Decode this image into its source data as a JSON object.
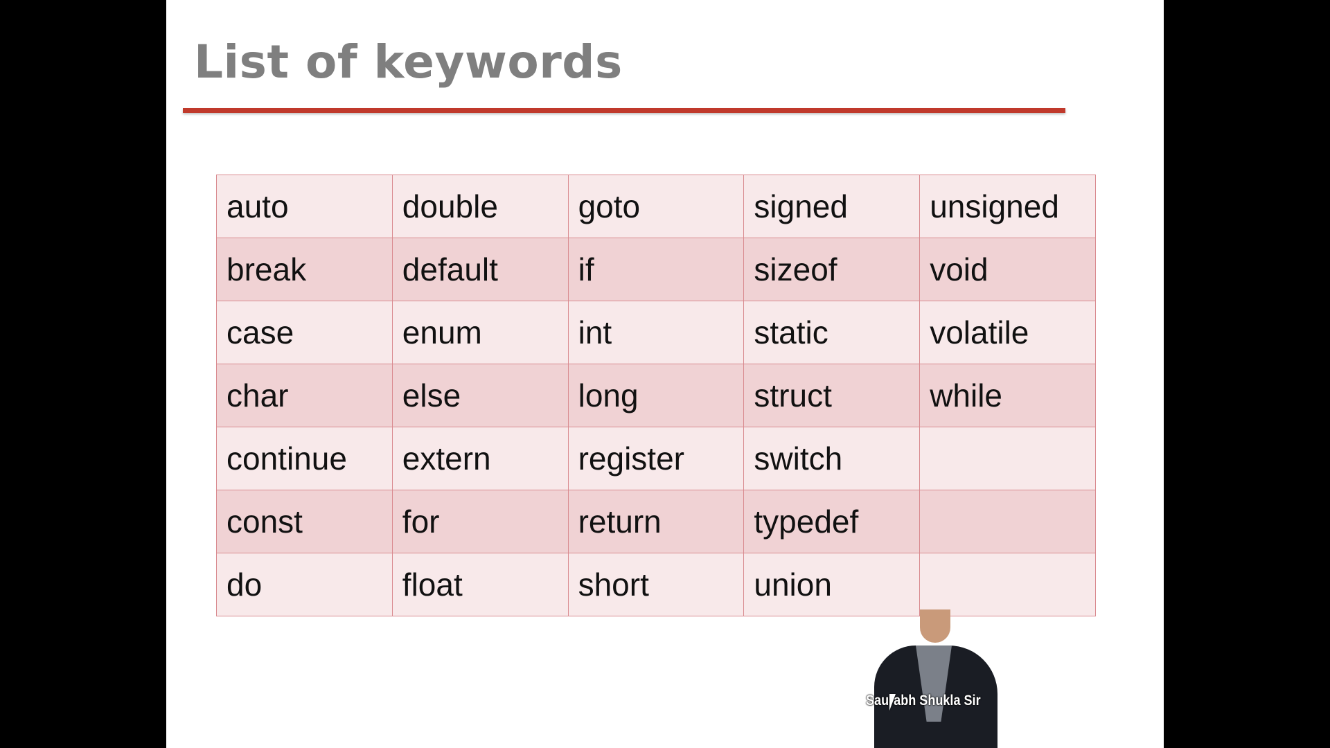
{
  "slide": {
    "title": "List of keywords"
  },
  "keywords_table": {
    "rows": [
      [
        "auto",
        "double",
        "goto",
        "signed",
        "unsigned"
      ],
      [
        "break",
        "default",
        "if",
        "sizeof",
        "void"
      ],
      [
        "case",
        "enum",
        "int",
        "static",
        "volatile"
      ],
      [
        "char",
        "else",
        "long",
        "struct",
        "while"
      ],
      [
        "continue",
        "extern",
        "register",
        "switch",
        ""
      ],
      [
        "const",
        "for",
        "return",
        "typedef",
        ""
      ],
      [
        "do",
        "float",
        "short",
        "union",
        ""
      ]
    ]
  },
  "presenter": {
    "name": "Saurabh Shukla Sir"
  },
  "colors": {
    "title_text": "#7f7f7f",
    "title_rule": "#c0392b",
    "row_light": "#f8e9ea",
    "row_dark": "#f0d2d4",
    "cell_border": "#d98a8f"
  }
}
